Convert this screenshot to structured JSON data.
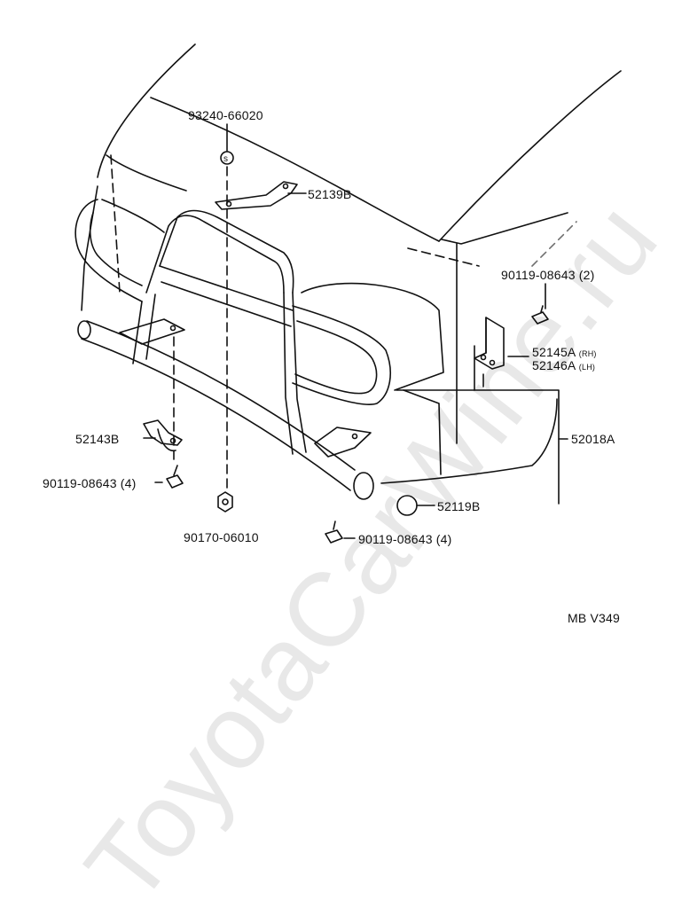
{
  "parts": {
    "p93240": "93240-66020",
    "p52139": "52139B",
    "p90119_rh": "90119-08643 (2)",
    "p52145": "52145A",
    "p52145_side": "(RH)",
    "p52146": "52146A",
    "p52146_side": "(LH)",
    "p52018": "52018A",
    "p52143": "52143B",
    "p90119_l": "90119-08643 (4)",
    "p90170": "90170-06010",
    "p90119_c": "90119-08643 (4)",
    "p52119": "52119B"
  },
  "diagram_code": "MB V349",
  "watermark": "ToyotaCarWine.ru"
}
